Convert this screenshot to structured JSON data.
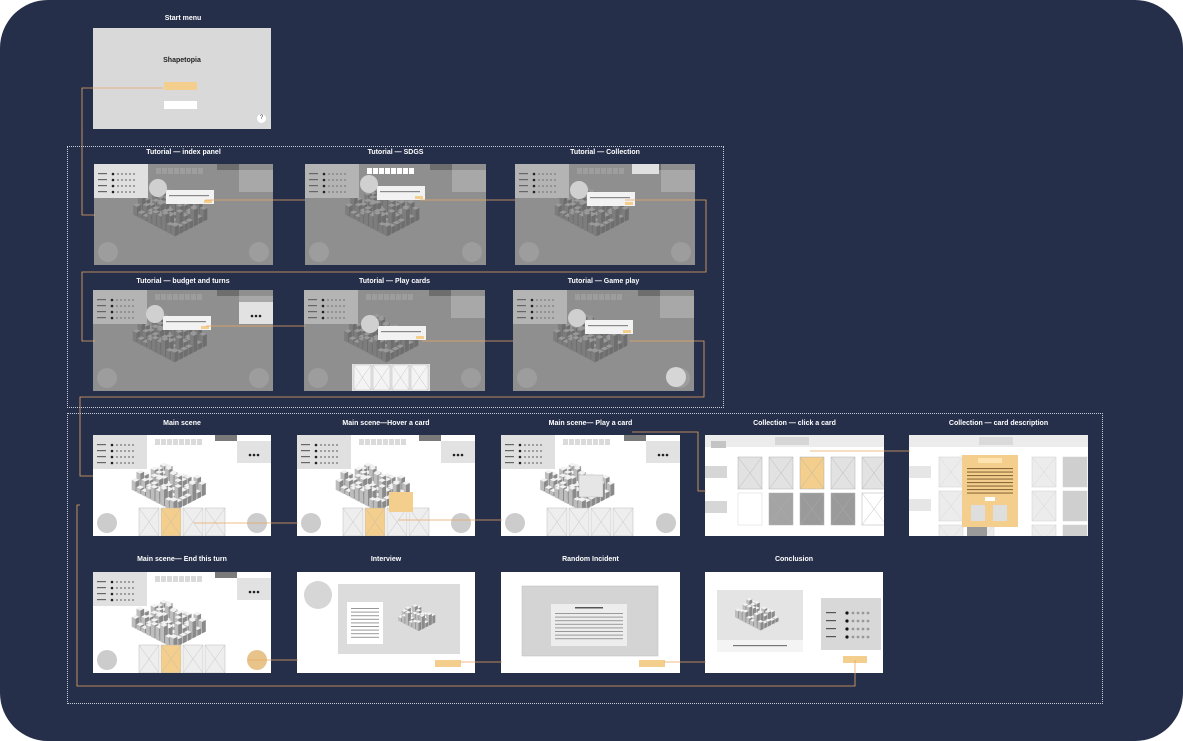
{
  "start_menu": {
    "title": "Start menu",
    "game_title": "Shapetopia",
    "help_glyph": "?"
  },
  "screens": [
    {
      "key": "tut-index",
      "title": "Tutorial — index panel"
    },
    {
      "key": "tut-sdgs",
      "title": "Tutorial — SDGS"
    },
    {
      "key": "tut-collection",
      "title": "Tutorial — Collection"
    },
    {
      "key": "tut-budget",
      "title": "Tutorial — budget and turns"
    },
    {
      "key": "tut-play",
      "title": "Tutorial — Play cards"
    },
    {
      "key": "tut-gameplay",
      "title": "Tutorial — Game play"
    },
    {
      "key": "main",
      "title": "Main scene"
    },
    {
      "key": "main-hover",
      "title": "Main scene—Hover a card"
    },
    {
      "key": "main-play",
      "title": "Main scene— Play a card"
    },
    {
      "key": "coll-click",
      "title": "Collection — click a card"
    },
    {
      "key": "coll-desc",
      "title": "Collection — card description"
    },
    {
      "key": "main-end",
      "title": "Main scene— End this turn"
    },
    {
      "key": "interview",
      "title": "Interview"
    },
    {
      "key": "incident",
      "title": "Random Incident"
    },
    {
      "key": "conclusion",
      "title": "Conclusion"
    }
  ],
  "colors": {
    "background": "#262f4a",
    "frame": "#e4e4e4",
    "frame_dim": "#8f8f8f",
    "accent": "#f3ce8c",
    "connector": "#e8a865",
    "group_border": "#c8cdd8"
  }
}
